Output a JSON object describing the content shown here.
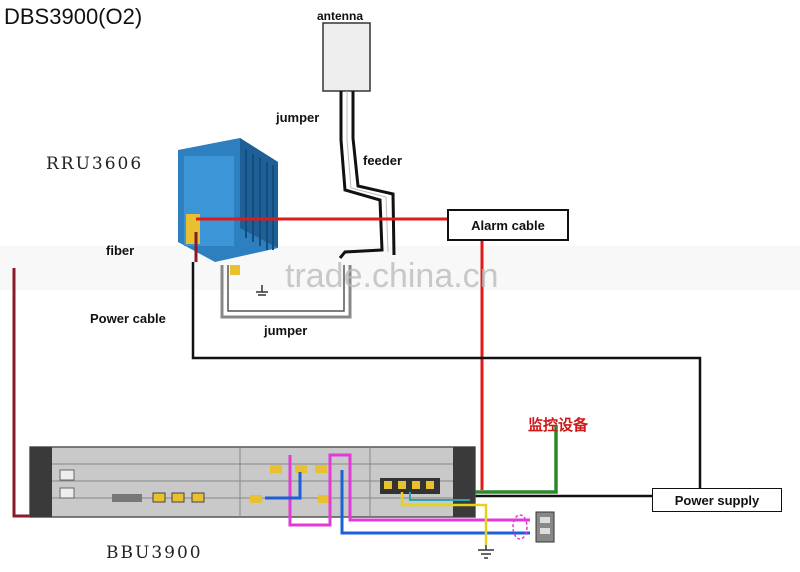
{
  "title": "DBS3900(O2)",
  "labels": {
    "antenna": "antenna",
    "jumper_top": "jumper",
    "feeder": "feeder",
    "rru": "RRU3606",
    "fiber": "fiber",
    "power_cable": "Power cable",
    "jumper_bottom": "jumper",
    "alarm_cable": "Alarm cable",
    "monitor": "监控设备",
    "power_supply": "Power supply",
    "bbu": "BBU3900"
  },
  "watermark": "trade.china.cn",
  "colors": {
    "alarm_line": "#e01a1a",
    "fiber_line": "#8a1a2a",
    "monitor_line": "#2a8a2a",
    "blue_line": "#1e5fd8",
    "magenta_line": "#e23ad6",
    "yellow_line": "#e6d21a",
    "rru_body": "#2d7fc0"
  }
}
